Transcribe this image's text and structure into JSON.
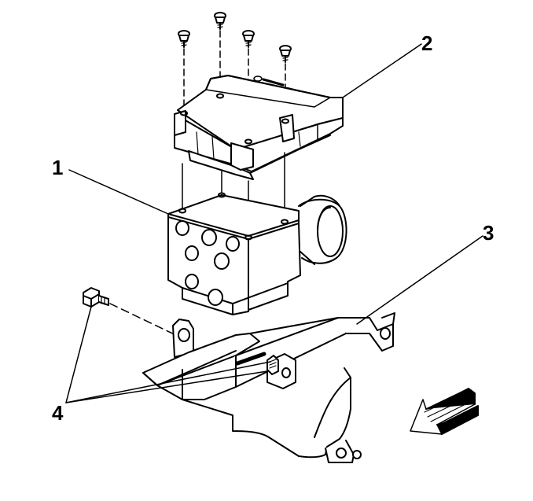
{
  "callouts": {
    "c1": "1",
    "c2": "2",
    "c3": "3",
    "c4": "4"
  },
  "colors": {
    "line": "#000000",
    "background": "#ffffff"
  },
  "icons": [
    "screw-icon",
    "bolt-icon",
    "direction-arrow-icon"
  ]
}
